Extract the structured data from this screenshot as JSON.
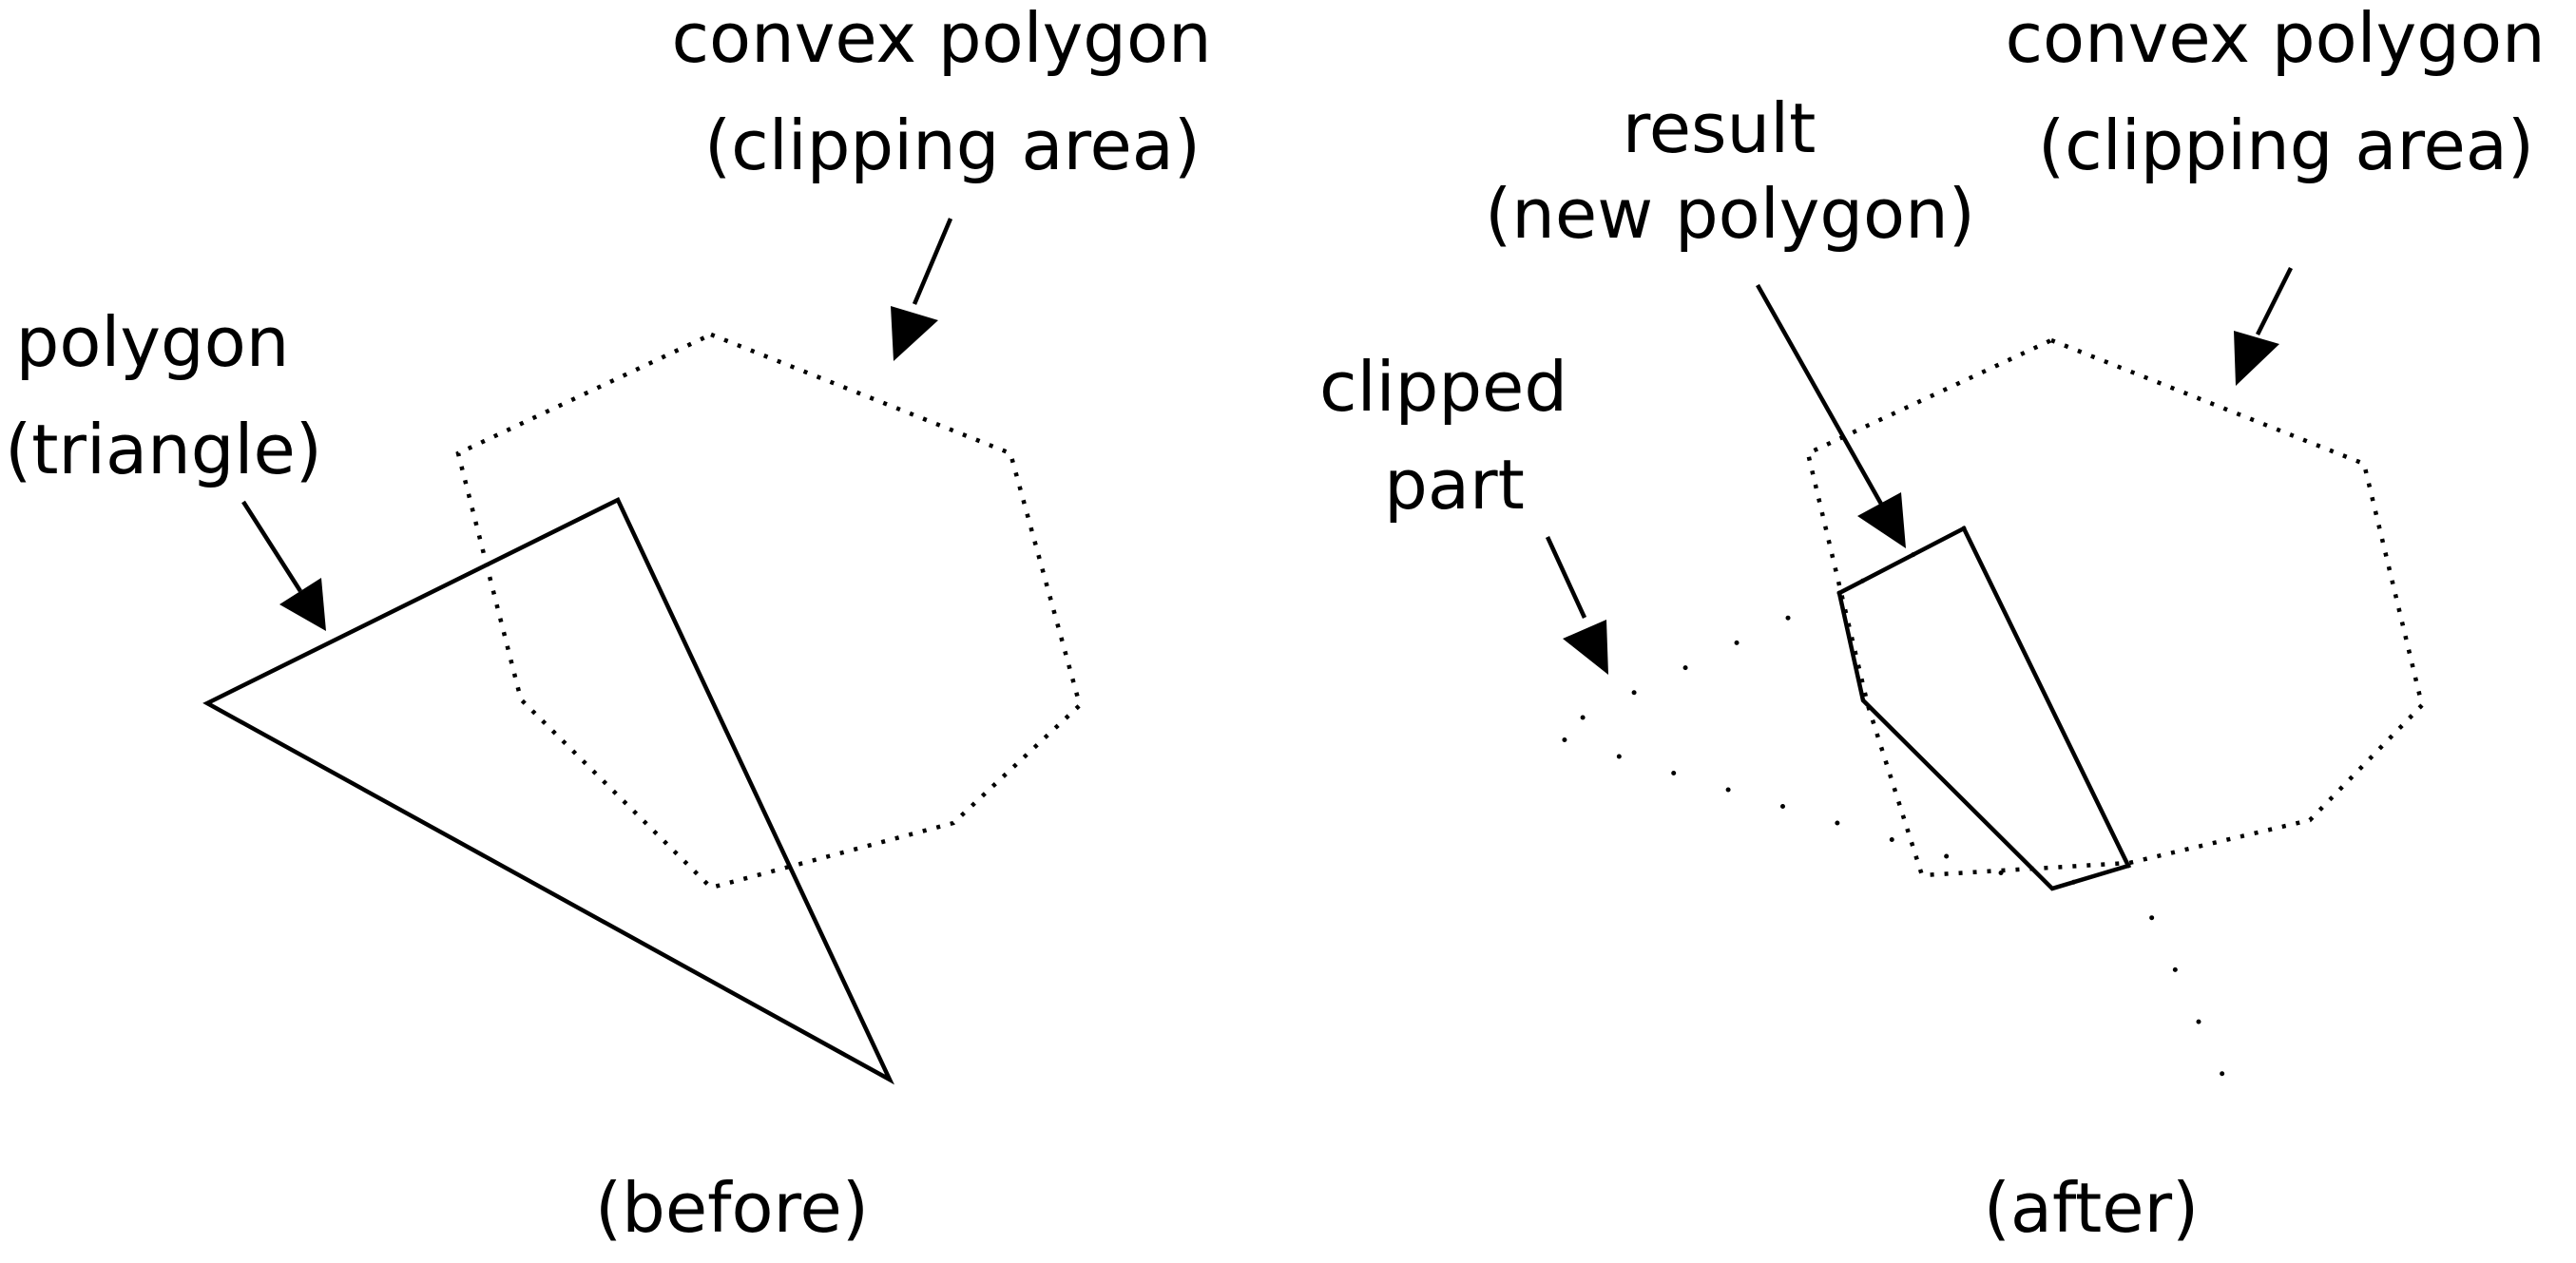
{
  "before": {
    "label_polygon": [
      "polygon",
      "(triangle)"
    ],
    "label_clipping": [
      "convex polygon",
      "(clipping area)"
    ],
    "caption": "(before)"
  },
  "after": {
    "label_clipped": [
      "clipped",
      "part"
    ],
    "label_result": [
      "result",
      "(new polygon)"
    ],
    "label_clipping": [
      "convex polygon",
      "(clipping area)"
    ],
    "caption": "(after)"
  },
  "colors": {
    "stroke": "#000000",
    "background": "#ffffff"
  }
}
